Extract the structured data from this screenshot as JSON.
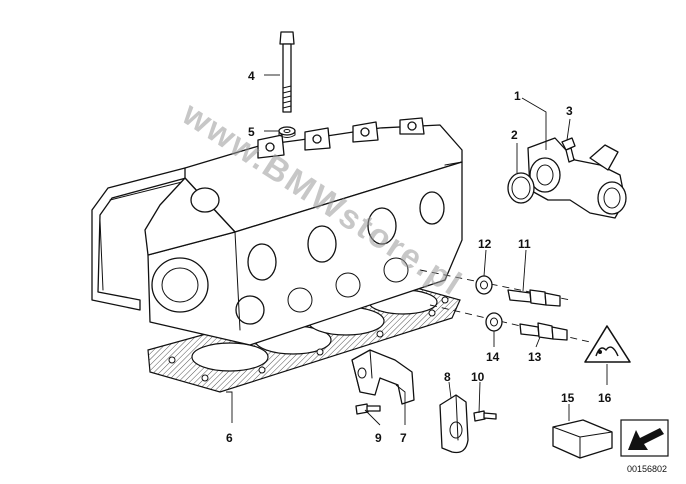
{
  "diagram": {
    "callouts": [
      {
        "id": "1",
        "label": "1"
      },
      {
        "id": "2",
        "label": "2"
      },
      {
        "id": "3",
        "label": "3"
      },
      {
        "id": "4",
        "label": "4"
      },
      {
        "id": "5",
        "label": "5"
      },
      {
        "id": "6",
        "label": "6"
      },
      {
        "id": "7",
        "label": "7"
      },
      {
        "id": "8",
        "label": "8"
      },
      {
        "id": "9",
        "label": "9"
      },
      {
        "id": "10",
        "label": "10"
      },
      {
        "id": "11",
        "label": "11"
      },
      {
        "id": "12",
        "label": "12"
      },
      {
        "id": "13",
        "label": "13"
      },
      {
        "id": "14",
        "label": "14"
      },
      {
        "id": "15",
        "label": "15"
      },
      {
        "id": "16",
        "label": "16"
      }
    ],
    "watermark": "www.BMWstore.pl",
    "reference_number": "00156802"
  }
}
